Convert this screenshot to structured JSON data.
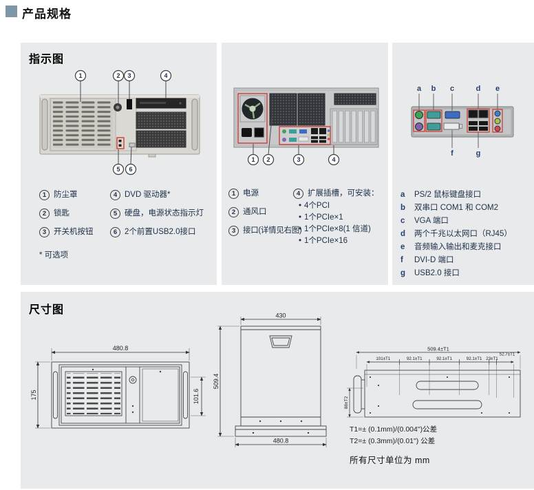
{
  "page_title": "产品规格",
  "colors": {
    "accent_square": "#7d96a8",
    "panel_bg": "#e8eaeb",
    "highlight_red": "#d23b2f"
  },
  "indicator": {
    "title": "指示图",
    "front": {
      "callouts": [
        "1",
        "2",
        "3",
        "4",
        "5",
        "6"
      ],
      "legend": [
        {
          "num": "1",
          "label": "防尘罩"
        },
        {
          "num": "2",
          "label": "锁匙"
        },
        {
          "num": "3",
          "label": "开关机按钮"
        },
        {
          "num": "4",
          "label": "DVD 驱动器*"
        },
        {
          "num": "5",
          "label": "硬盘，电源状态指示灯"
        },
        {
          "num": "6",
          "label": "2个前置USB2.0接口"
        }
      ],
      "footnote": "* 可选项"
    },
    "rear": {
      "callouts": [
        "1",
        "2",
        "3",
        "4"
      ],
      "legend": [
        {
          "num": "1",
          "label": "电源"
        },
        {
          "num": "2",
          "label": "通风口"
        },
        {
          "num": "3",
          "label": "接口(详情见右图)"
        },
        {
          "num": "4",
          "label": "扩展插槽，可安装："
        }
      ],
      "bullet": "•",
      "slot_options": [
        "4个PCI",
        "1个PCIe×1",
        "1个PCIe×8(1 信道)",
        "1个PCIe×16"
      ]
    },
    "io": {
      "labels": [
        "a",
        "b",
        "c",
        "d",
        "e",
        "f",
        "g"
      ],
      "legend": [
        {
          "key": "a",
          "label": "PS/2 鼠标键盘接口"
        },
        {
          "key": "b",
          "label": "双串口 COM1 和 COM2"
        },
        {
          "key": "c",
          "label": "VGA 端口"
        },
        {
          "key": "d",
          "label": "两个千兆以太网口（RJ45）"
        },
        {
          "key": "e",
          "label": "音频输入输出和麦克接口"
        },
        {
          "key": "f",
          "label": "DVI-D 端口"
        },
        {
          "key": "g",
          "label": "USB2.0 接口"
        }
      ]
    }
  },
  "dimensions": {
    "title": "尺寸图",
    "front_view": {
      "width": "480.8",
      "height": "175",
      "drive_bay_height": "101.6"
    },
    "top_view": {
      "lid_width": "430",
      "depth": "509.4",
      "base_width": "480.8"
    },
    "side_view": {
      "overall_depth": "509.4±T1",
      "segments": [
        "101±T1",
        "92.1±T1",
        "92.1±T1",
        "92.1±T1",
        "23±T1",
        "52.7±T1"
      ],
      "height": "88±T2"
    },
    "tolerance_notes": [
      "T1=± (0.1mm)/(0.004\")公差",
      "T2=± (0.3mm)/(0.01\") 公差"
    ],
    "unit_note": "所有尺寸单位为 mm"
  }
}
